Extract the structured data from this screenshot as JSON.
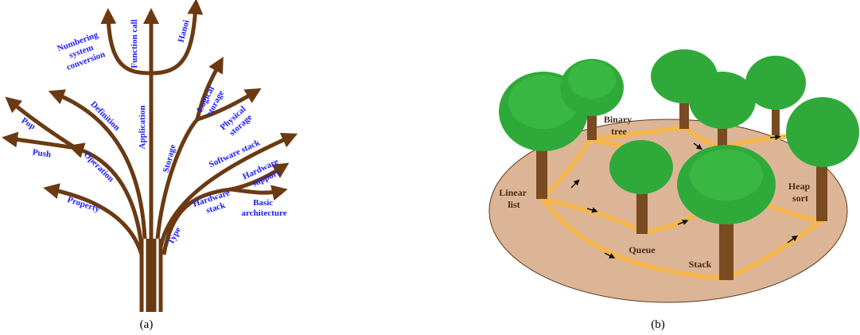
{
  "panel_a": {
    "caption": "(a)",
    "labels": {
      "numbering": "Numbering system conversion",
      "numbering_l1": "Numbering",
      "numbering_l2": "system",
      "numbering_l3": "conversion",
      "function_call": "Function call",
      "hanoi": "Hanoi",
      "application": "Application",
      "logical_storage_l1": "Logical",
      "logical_storage_l2": "storage",
      "physical_storage_l1": "Physical",
      "physical_storage_l2": "storage",
      "storage": "Storage",
      "software_stack": "Software stack",
      "hardware_support_l1": "Hardware",
      "hardware_support_l2": "support",
      "hardware_stack_l1": "Hardware",
      "hardware_stack_l2": "stack",
      "basic_arch_l1": "Basic",
      "basic_arch_l2": "architecture",
      "type": "Type",
      "definition": "Definition",
      "pop": "Pop",
      "push": "Push",
      "operation": "Operation",
      "property": "Property"
    }
  },
  "panel_b": {
    "caption": "(b)",
    "labels": {
      "binary_tree_l1": "Binary",
      "binary_tree_l2": "tree",
      "linear_list_l1": "Linear",
      "linear_list_l2": "list",
      "queue": "Queue",
      "stack": "Stack",
      "heap_sort_l1": "Heap",
      "heap_sort_l2": "sort"
    }
  },
  "colors": {
    "branch": "#6b3a12",
    "label_blue": "#1a1aff",
    "ground": "#dcb597",
    "path": "#f7b64a",
    "foliage": "#2faa3a"
  }
}
